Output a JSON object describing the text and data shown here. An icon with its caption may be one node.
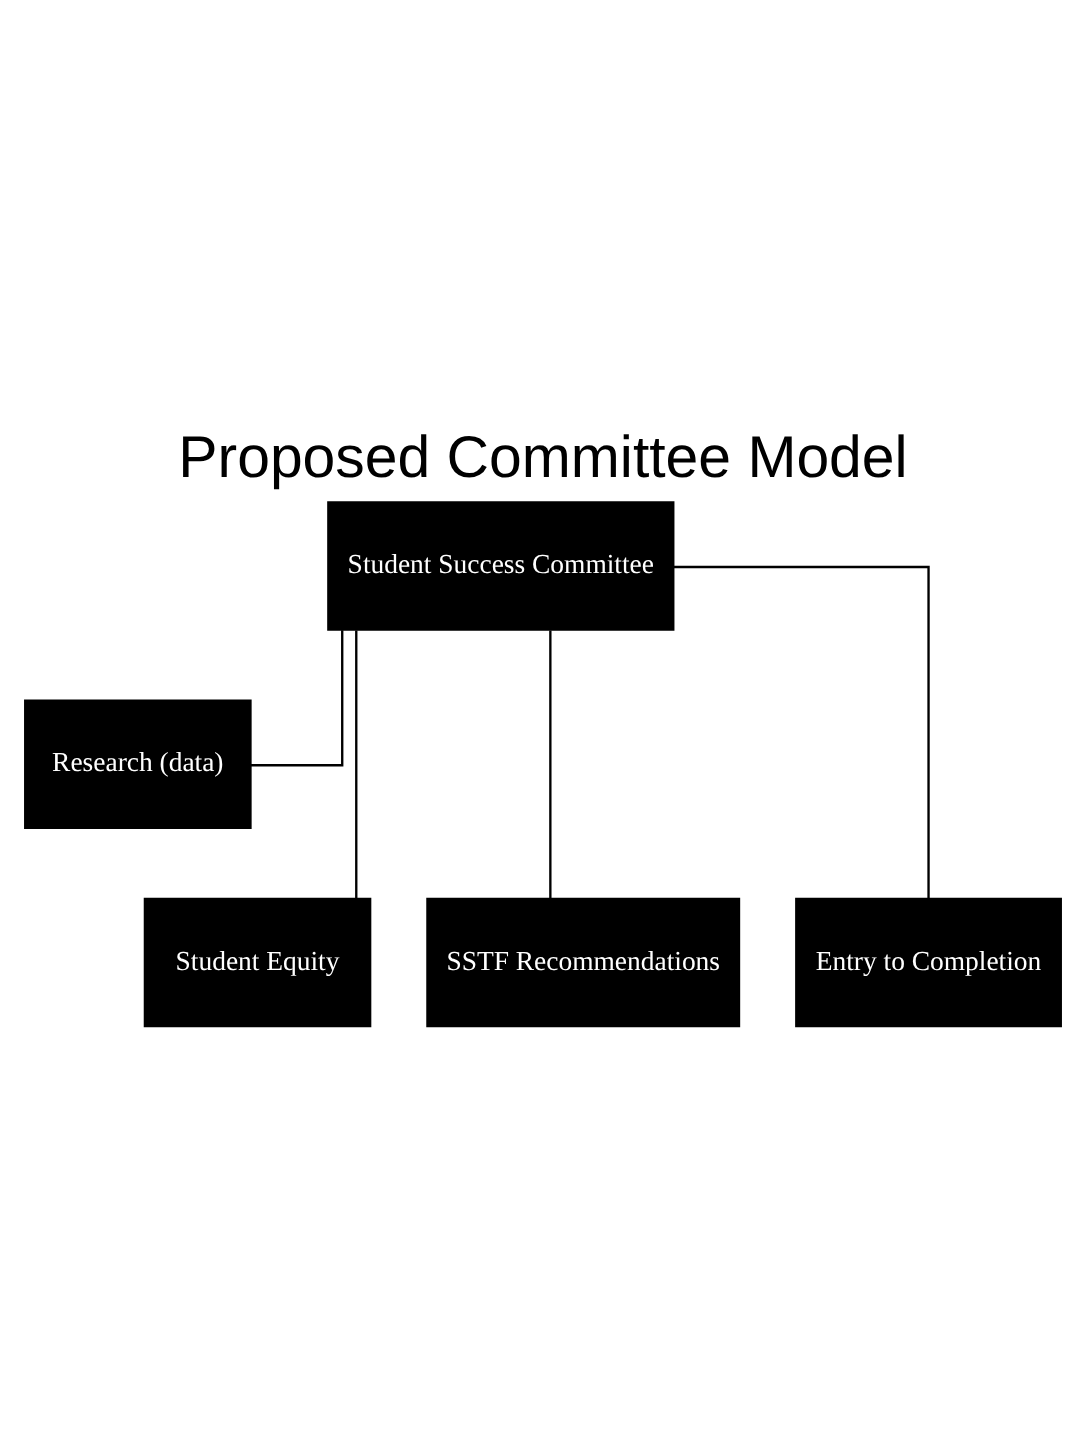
{
  "diagram": {
    "title": "Proposed Committee Model",
    "nodes": [
      {
        "text": [
          "Student Success Committee"
        ]
      },
      {
        "text": [
          "Research (data)"
        ]
      },
      {
        "text": [
          "Student Equity"
        ]
      },
      {
        "text": [
          "SSTF Recommendations"
        ]
      },
      {
        "text": [
          "Entry to Completion"
        ]
      }
    ],
    "edges": [
      {
        "from": 0,
        "to": 1,
        "arrow": "none"
      },
      {
        "from": 0,
        "to": 2,
        "arrow": "none"
      },
      {
        "from": 0,
        "to": 3,
        "arrow": "none"
      },
      {
        "from": 0,
        "to": 4,
        "arrow": "none"
      }
    ]
  }
}
